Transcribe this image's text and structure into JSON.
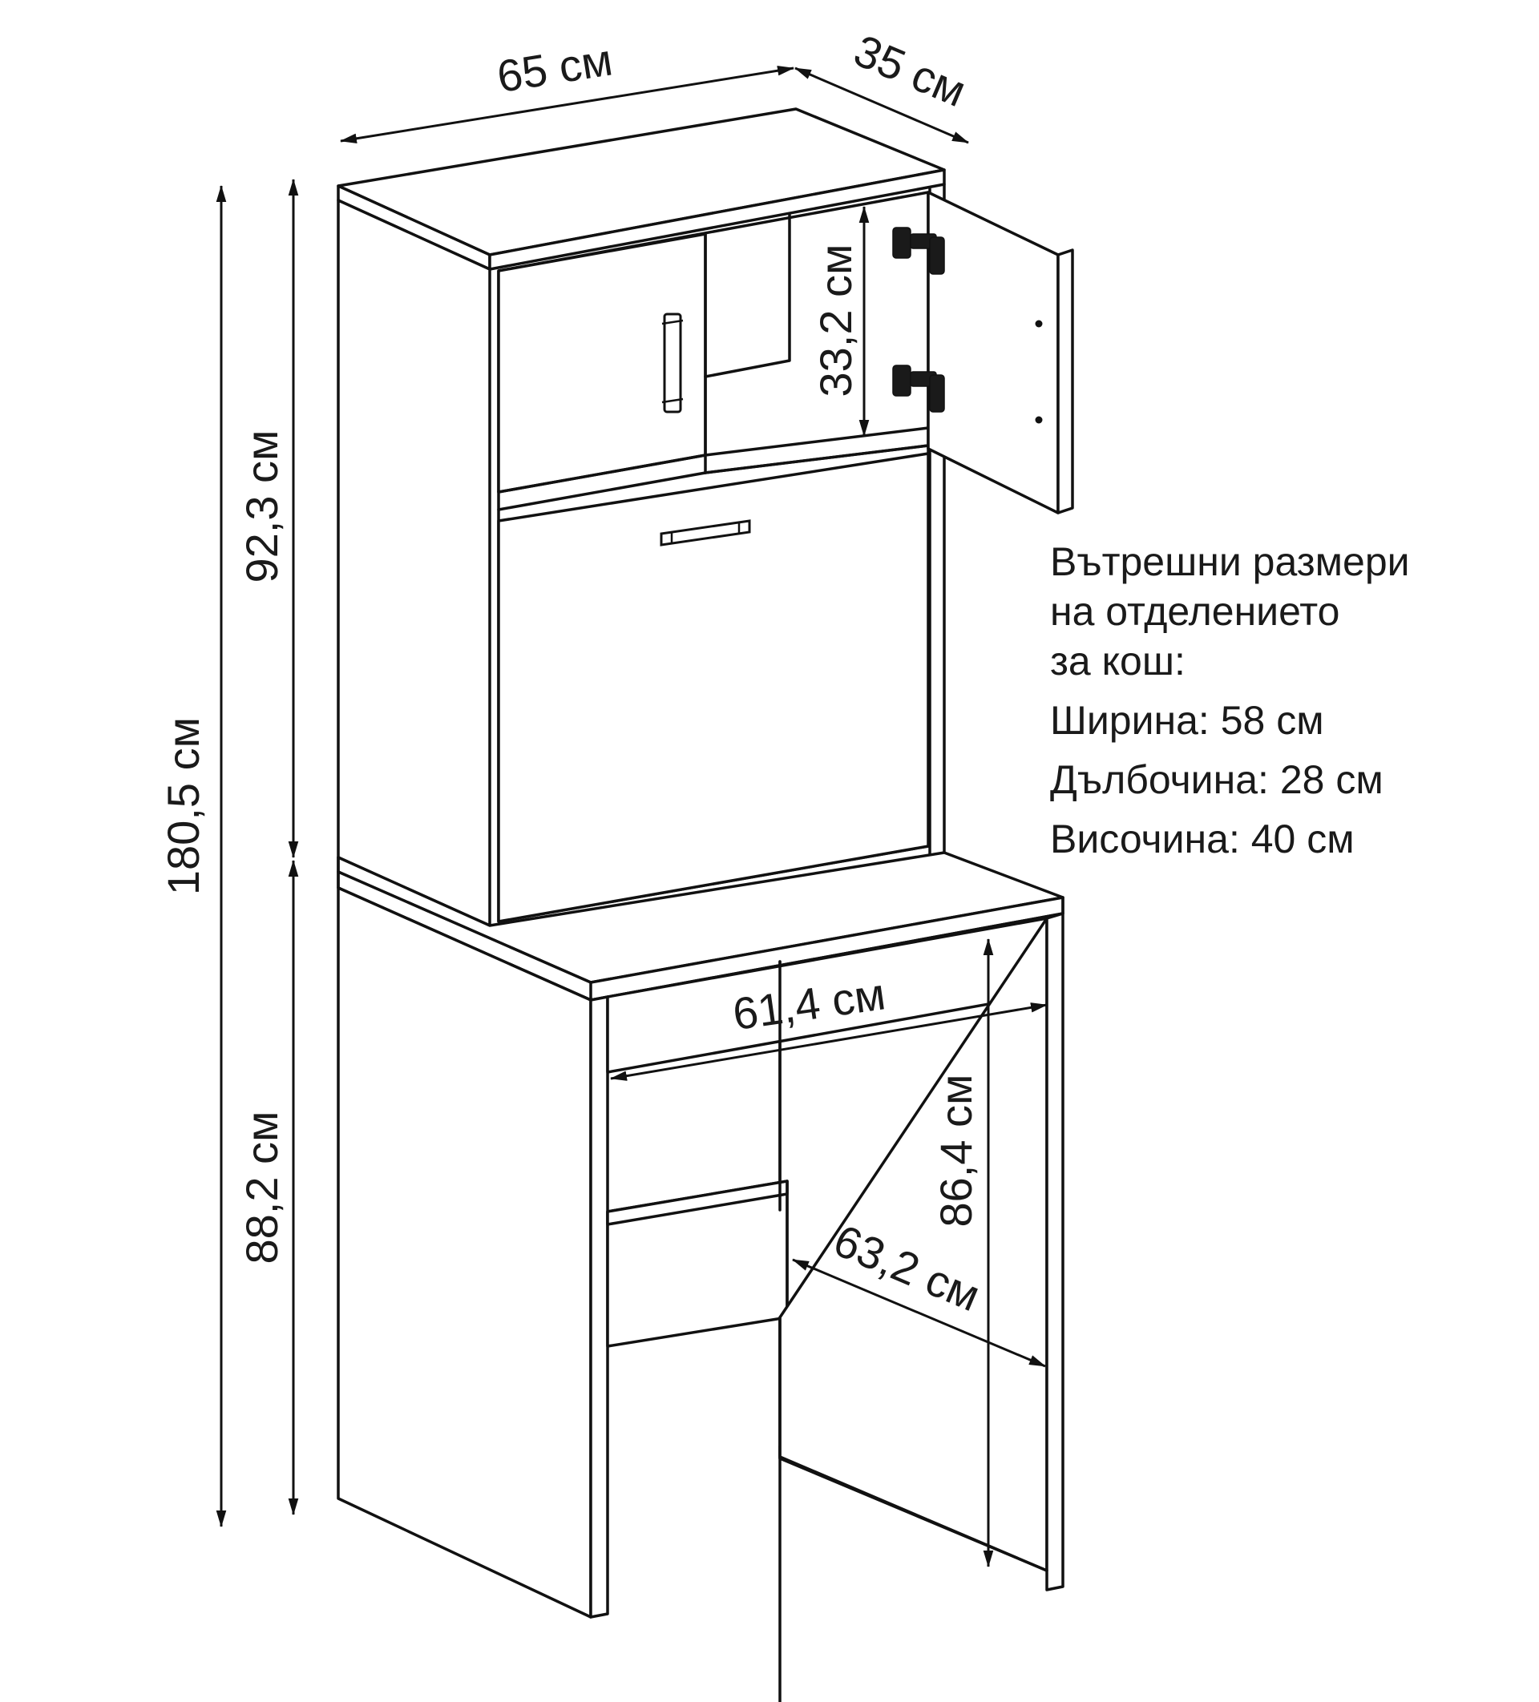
{
  "dimensions": {
    "width": "65 см",
    "depth": "35 см",
    "total_height": "180,5 см",
    "upper_height": "92,3 см",
    "lower_height": "88,2 см",
    "compartment_height": "33,2 см",
    "inner_width": "61,4 см",
    "inner_height": "86,4 см",
    "inner_depth": "63,2 см"
  },
  "info": {
    "lines": [
      "Вътрешни размери",
      "на отделението",
      "за кош:",
      "Ширина: 58 см",
      "Дълбочина: 28 см",
      "Височина: 40 см"
    ]
  },
  "colors": {
    "line": "#111111",
    "text": "#1a1a1a",
    "background": "#ffffff"
  }
}
